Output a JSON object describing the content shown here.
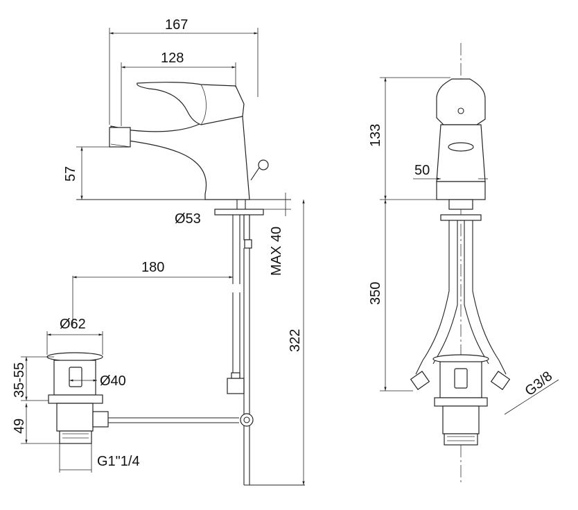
{
  "dimensions": {
    "faucet_overall_length": "167",
    "spout_length": "128",
    "spout_height": "57",
    "base_diameter": "Ø53",
    "max_deck_thickness": "MAX 40",
    "drain_rod_offset": "180",
    "total_height_below": "322",
    "waste_head_diameter": "Ø62",
    "waste_adjust_range": "35-55",
    "waste_body_diameter": "Ø40",
    "waste_lower_height": "49",
    "waste_thread": "G1\"1/4",
    "faucet_front_height": "133",
    "front_body_width": "50",
    "hose_length": "350",
    "hose_thread": "G3/8"
  },
  "colors": {
    "line": "#222222",
    "background": "#ffffff"
  }
}
